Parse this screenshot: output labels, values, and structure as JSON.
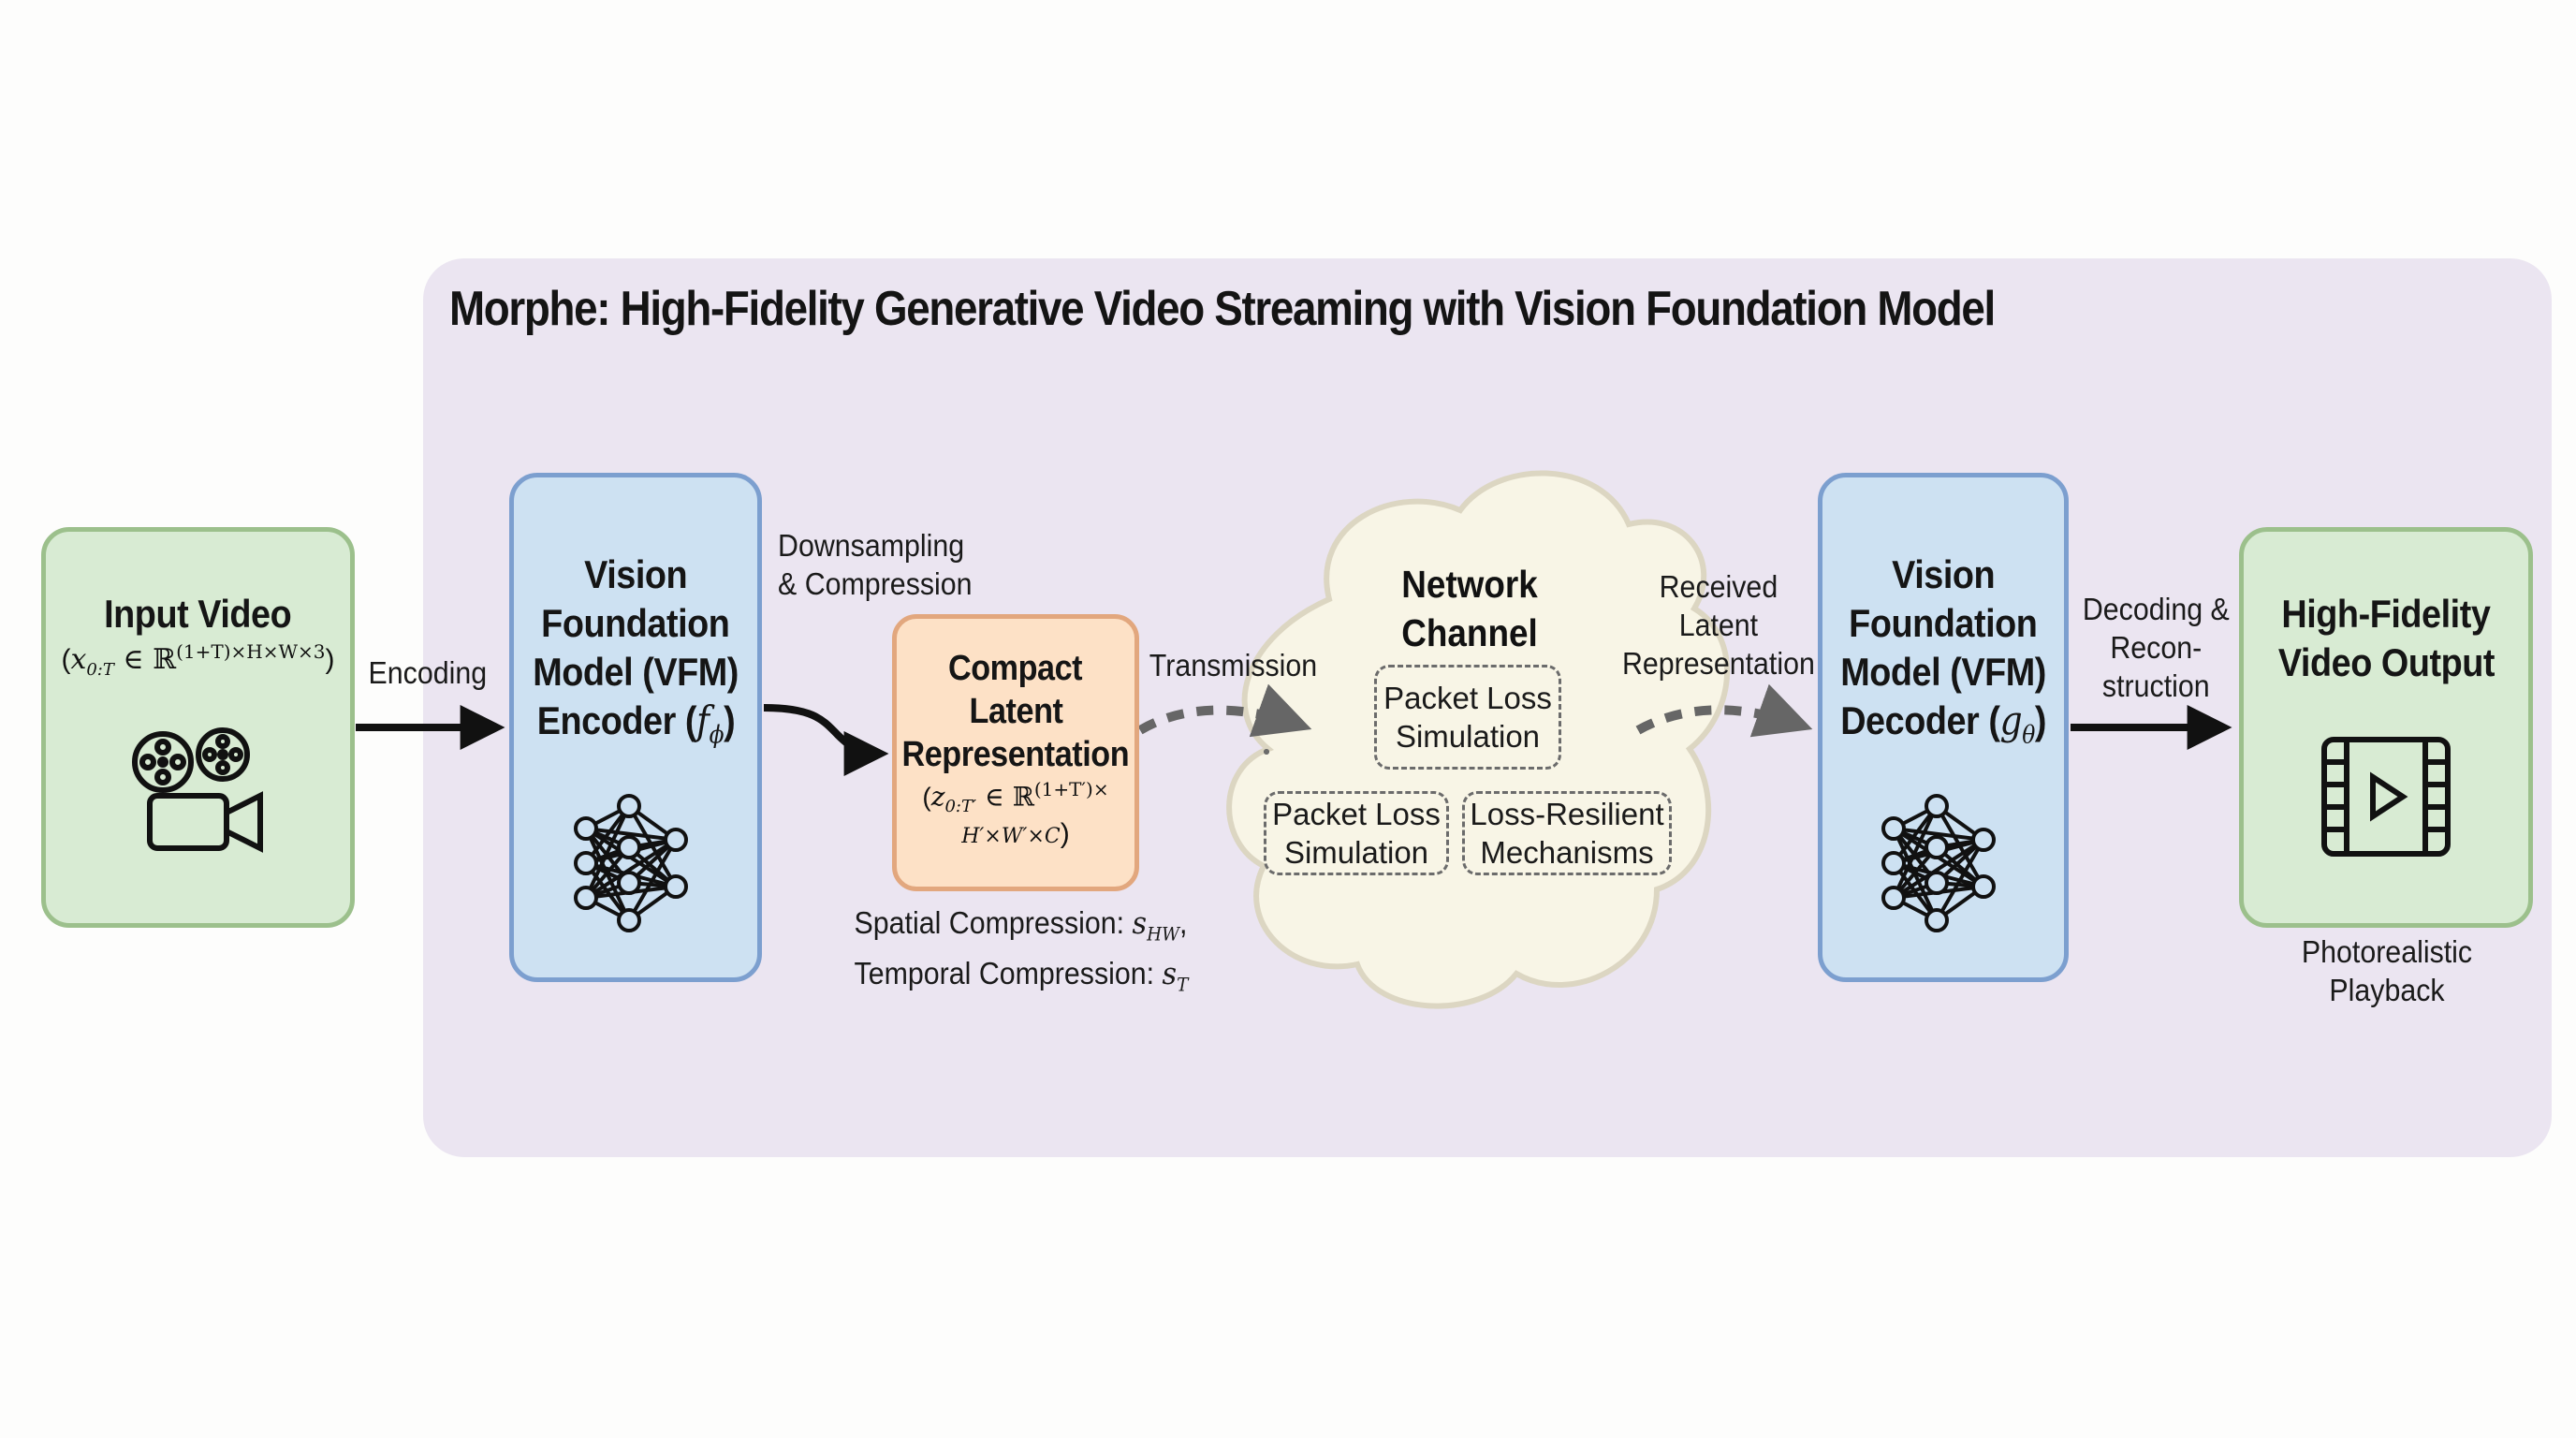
{
  "title": "Morphe: High-Fidelity Generative Video Streaming with Vision Foundation Model",
  "nodes": {
    "input": {
      "title": "Input Video",
      "formula_var": "x",
      "formula_sub": "0:T",
      "formula_in": " ∈ ℝ",
      "formula_sup": "(1+T)×H×W×3",
      "icon": "film-camera-icon"
    },
    "encoder": {
      "lines": [
        "Vision",
        "Foundation",
        "Model (VFM)",
        "Encoder ("
      ],
      "func_var": "f",
      "func_sub": "ϕ",
      "icon": "neural-network-icon"
    },
    "latent": {
      "lines": [
        "Compact",
        "Latent",
        "Representation"
      ],
      "formula_var": "z",
      "formula_sub": "0:T′",
      "formula_in": " ∈ ℝ",
      "formula_sup": "(1+T′)×",
      "formula_line2": "H′×W′×C"
    },
    "network": {
      "lines": [
        "Network",
        "Channel"
      ],
      "sub_boxes": [
        {
          "line1": "Packet Loss",
          "line2": "Simulation"
        },
        {
          "line1": "Packet Loss",
          "line2": "Simulation"
        },
        {
          "line1": "Loss-Resilient",
          "line2": "Mechanisms"
        }
      ]
    },
    "decoder": {
      "lines": [
        "Vision",
        "Foundation",
        "Model (VFM)",
        "Decoder ("
      ],
      "func_var": "g",
      "func_sub": "θ",
      "icon": "neural-network-icon"
    },
    "output": {
      "lines": [
        "High-Fidelity",
        "Video Output"
      ],
      "icon": "film-play-icon",
      "caption": [
        "Photorealistic",
        "Playback"
      ]
    }
  },
  "edges": {
    "encoding": "Encoding",
    "downsampling": [
      "Downsampling",
      "& Compression"
    ],
    "compression_note": {
      "spatial": "Spatial Compression: ",
      "spatial_var": "s",
      "spatial_sub": "HW",
      "temporal": "Temporal Compression: ",
      "temporal_var": "s",
      "temporal_sub": "T"
    },
    "transmission": "Transmission",
    "received": [
      "Received",
      "Latent",
      "Representation"
    ],
    "decoding": [
      "Decoding &",
      "Recon-",
      "struction"
    ]
  },
  "colors": {
    "panel": "#ebe5f1",
    "green_fill": "#d8ebd3",
    "green_border": "#9cc08c",
    "blue_fill": "#cde1f2",
    "blue_border": "#7c9fcf",
    "orange_fill": "#fde1c6",
    "orange_border": "#e2a77e",
    "cloud_fill": "#f8f5e6",
    "cloud_border": "#dcd6c2",
    "dashed_arrow": "#666666"
  }
}
